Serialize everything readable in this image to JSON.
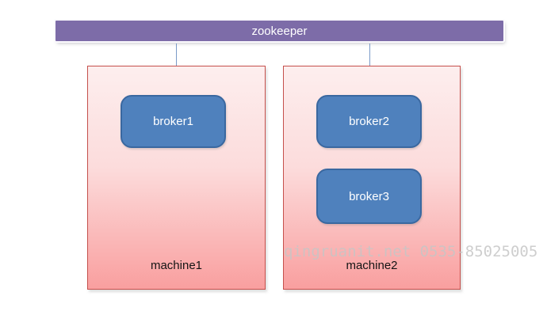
{
  "diagram": {
    "zookeeper": {
      "label": "zookeeper"
    },
    "machines": [
      {
        "label": "machine1",
        "brokers": [
          {
            "label": "broker1"
          }
        ]
      },
      {
        "label": "machine2",
        "brokers": [
          {
            "label": "broker2"
          },
          {
            "label": "broker3"
          }
        ]
      }
    ],
    "watermark": "qingruanit.net 0535-85025005"
  },
  "colors": {
    "zookeeper_fill": "#7d6ca8",
    "machine_border": "#c5504c",
    "machine_gradient_top": "#fdeeee",
    "machine_gradient_bottom": "#f99f9f",
    "broker_fill": "#4f81bd",
    "broker_border": "#3a68a0",
    "connector": "#7a9ac8",
    "watermark_text": "#c6c6c6"
  }
}
